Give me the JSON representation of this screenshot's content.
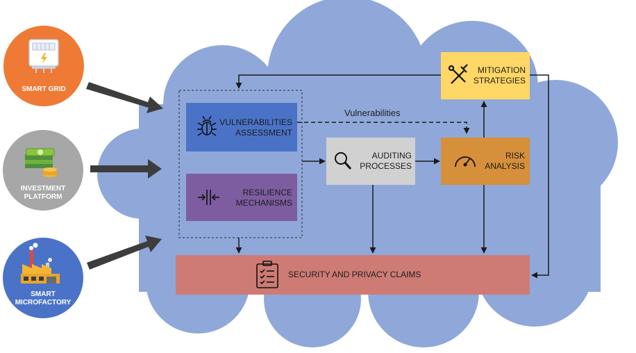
{
  "sources": {
    "smart_grid": "SMART GRID",
    "investment_platform": [
      "INVESTMENT",
      "PLATFORM"
    ],
    "smart_microfactory": [
      "SMART",
      "MICROFACTORY"
    ]
  },
  "boxes": {
    "vulnerabilities_assessment": [
      "VULNERABILITIES",
      "ASSESSMENT"
    ],
    "resilience_mechanisms": [
      "RESILIENCE",
      "MECHANISMS"
    ],
    "auditing_processes": [
      "AUDITING",
      "PROCESSES"
    ],
    "risk_analysis": [
      "RISK",
      "ANALYSIS"
    ],
    "mitigation_strategies": [
      "MITIGATION",
      "STRATEGIES"
    ],
    "security_privacy_claims": "SECURITY AND PRIVACY CLAIMS"
  },
  "edge_labels": {
    "vulnerabilities": "Vulnerabilities"
  },
  "icons": {
    "smart_grid": "electric-meter-icon",
    "investment_platform": "money-icon",
    "smart_microfactory": "factory-icon",
    "vulnerabilities_assessment": "bug-icon",
    "resilience_mechanisms": "compress-icon",
    "auditing_processes": "magnifier-icon",
    "risk_analysis": "gauge-icon",
    "mitigation_strategies": "tools-icon",
    "security_privacy_claims": "clipboard-checklist-icon"
  },
  "colors": {
    "cloud": "#8fa8d9",
    "smart_grid": "#ee7a35",
    "investment_platform": "#a7a7a7",
    "smart_microfactory": "#4a73c7",
    "vulnerabilities_assessment": "#4a73c8",
    "resilience_mechanisms": "#7d5da0",
    "auditing_processes": "#d1d1d1",
    "risk_analysis": "#d68f3a",
    "mitigation_strategies": "#ffd766",
    "security_privacy_claims": "#cd7b74"
  }
}
